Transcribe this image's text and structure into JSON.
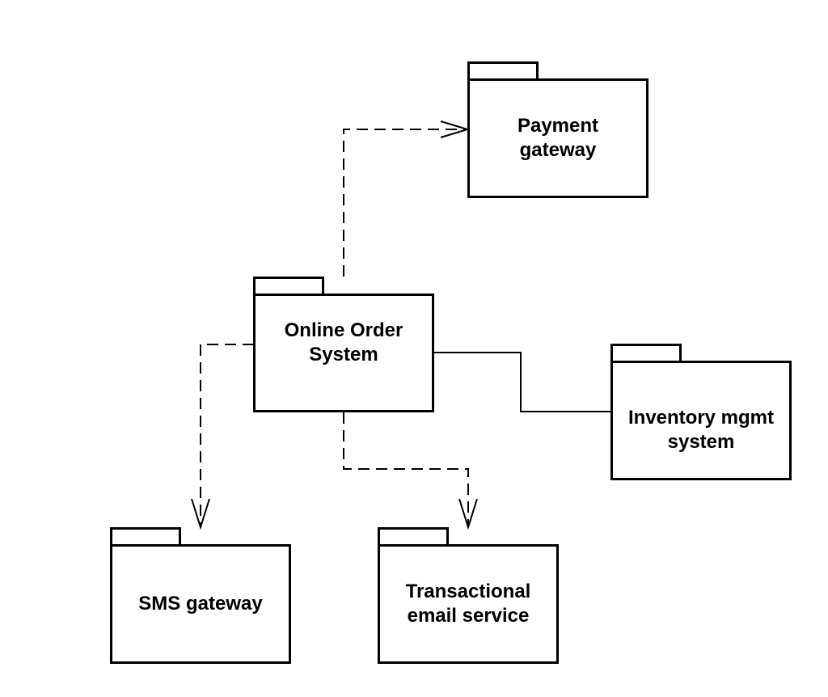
{
  "diagram": {
    "packages": {
      "payment": {
        "label": "Payment\ngateway"
      },
      "order": {
        "label": "Online Order\nSystem"
      },
      "inventory": {
        "label": "Inventory mgmt\nsystem"
      },
      "sms": {
        "label": "SMS gateway"
      },
      "email": {
        "label": "Transactional\nemail service"
      }
    },
    "connectors": [
      {
        "from": "Online Order System",
        "to": "Payment gateway",
        "style": "dashed",
        "arrow": "open"
      },
      {
        "from": "Online Order System",
        "to": "SMS gateway",
        "style": "dashed",
        "arrow": "open"
      },
      {
        "from": "Online Order System",
        "to": "Transactional email service",
        "style": "dashed",
        "arrow": "open"
      },
      {
        "from": "Online Order System",
        "to": "Inventory mgmt system",
        "style": "solid",
        "arrow": "none"
      }
    ]
  }
}
